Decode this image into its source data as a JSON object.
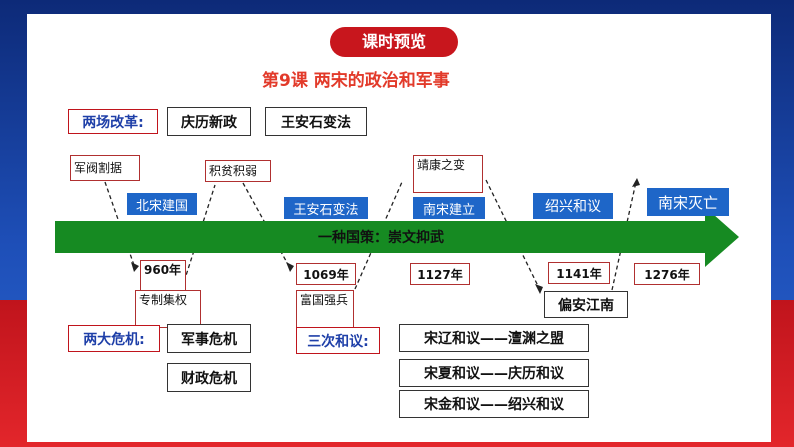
{
  "header": {
    "preview": "课时预览",
    "lesson": "第9课    两宋的政治和军事"
  },
  "reforms": {
    "label": "两场改革:",
    "items": [
      "庆历新政",
      "王安石变法"
    ]
  },
  "timeline": {
    "policy": "一种国策：崇文抑武",
    "top_events": [
      {
        "label": "北宋建国"
      },
      {
        "label": "王安石变法"
      },
      {
        "label": "南宋建立"
      },
      {
        "label": "绍兴和议"
      },
      {
        "label": "南宋灭亡"
      }
    ],
    "years": [
      "960年",
      "1069年",
      "1127年",
      "1141年",
      "1276年"
    ],
    "notes_top": [
      "军阀割据",
      "积贫积弱",
      "靖康之变"
    ],
    "notes_bottom": [
      "专制集权",
      "富国强兵",
      "偏安江南"
    ]
  },
  "crises": {
    "label": "两大危机:",
    "items": [
      "军事危机",
      "财政危机"
    ]
  },
  "treaties": {
    "label": "三次和议:",
    "items": [
      "宋辽和议——澶渊之盟",
      "宋夏和议——庆历和议",
      "宋金和议——绍兴和议"
    ]
  },
  "colors": {
    "accent_red": "#c8161d",
    "arrow_green": "#168a22",
    "tag_blue": "#1e66c8",
    "label_blue": "#1e3fa8"
  }
}
